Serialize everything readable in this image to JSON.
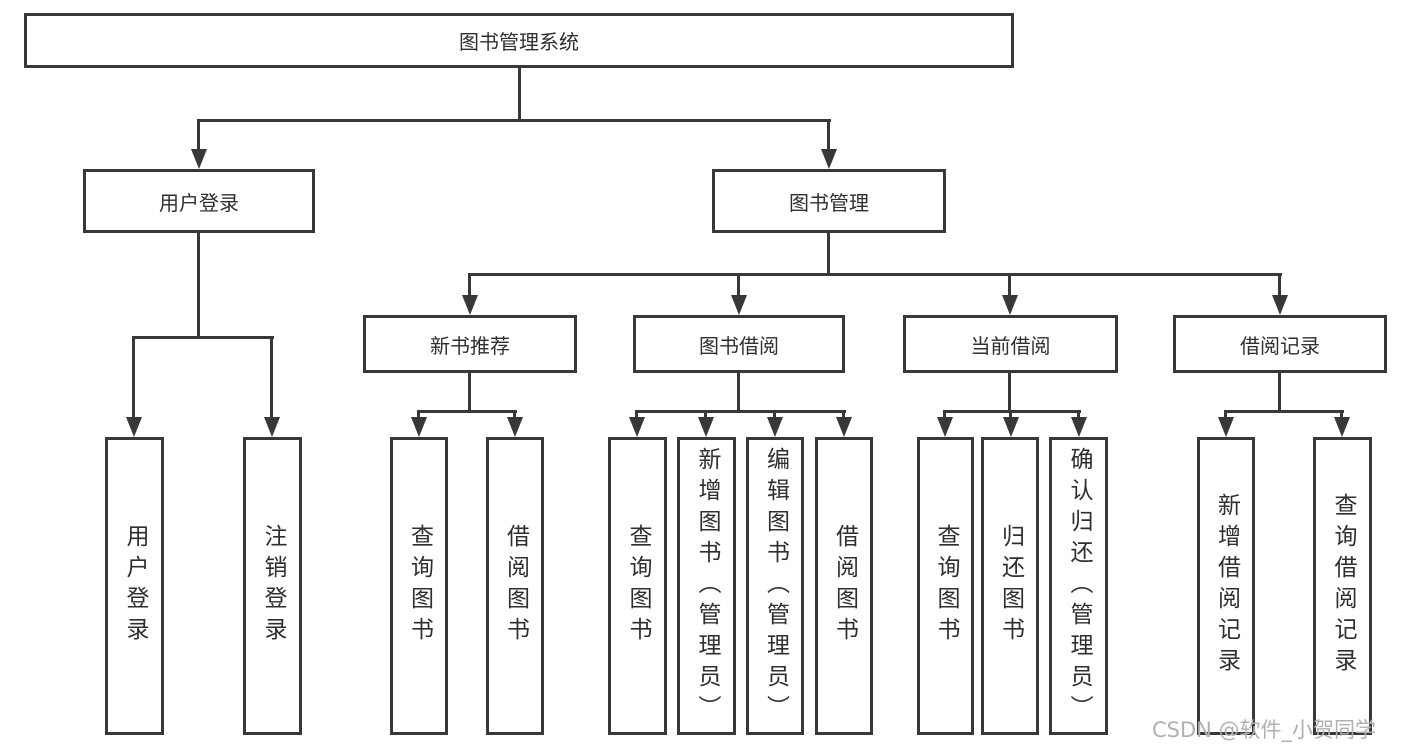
{
  "nodes": {
    "root": {
      "label": "图书管理系统"
    },
    "level2": [
      {
        "label": "用户登录"
      },
      {
        "label": "图书管理"
      }
    ],
    "level3": [
      {
        "label": "新书推荐"
      },
      {
        "label": "图书借阅"
      },
      {
        "label": "当前借阅"
      },
      {
        "label": "借阅记录"
      }
    ],
    "leaf_groups": [
      {
        "parent": "用户登录",
        "items": [
          {
            "label": "用户登录"
          },
          {
            "label": "注销登录"
          }
        ]
      },
      {
        "parent": "新书推荐",
        "items": [
          {
            "label": "查询图书"
          },
          {
            "label": "借阅图书"
          }
        ]
      },
      {
        "parent": "图书借阅",
        "items": [
          {
            "label": "查询图书"
          },
          {
            "label": "新增图书（管理员）"
          },
          {
            "label": "编辑图书（管理员）"
          },
          {
            "label": "借阅图书"
          }
        ]
      },
      {
        "parent": "当前借阅",
        "items": [
          {
            "label": "查询图书"
          },
          {
            "label": "归还图书"
          },
          {
            "label": "确认归还（管理员）"
          }
        ]
      },
      {
        "parent": "借阅记录",
        "items": [
          {
            "label": "新增借阅记录"
          },
          {
            "label": "查询借阅记录"
          }
        ]
      }
    ]
  },
  "watermark": "CSDN @软件_小贺同学",
  "colors": {
    "line": "#383838",
    "text": "#2f2f2f",
    "background": "#ffffff",
    "watermark": "#b0b0b0"
  }
}
